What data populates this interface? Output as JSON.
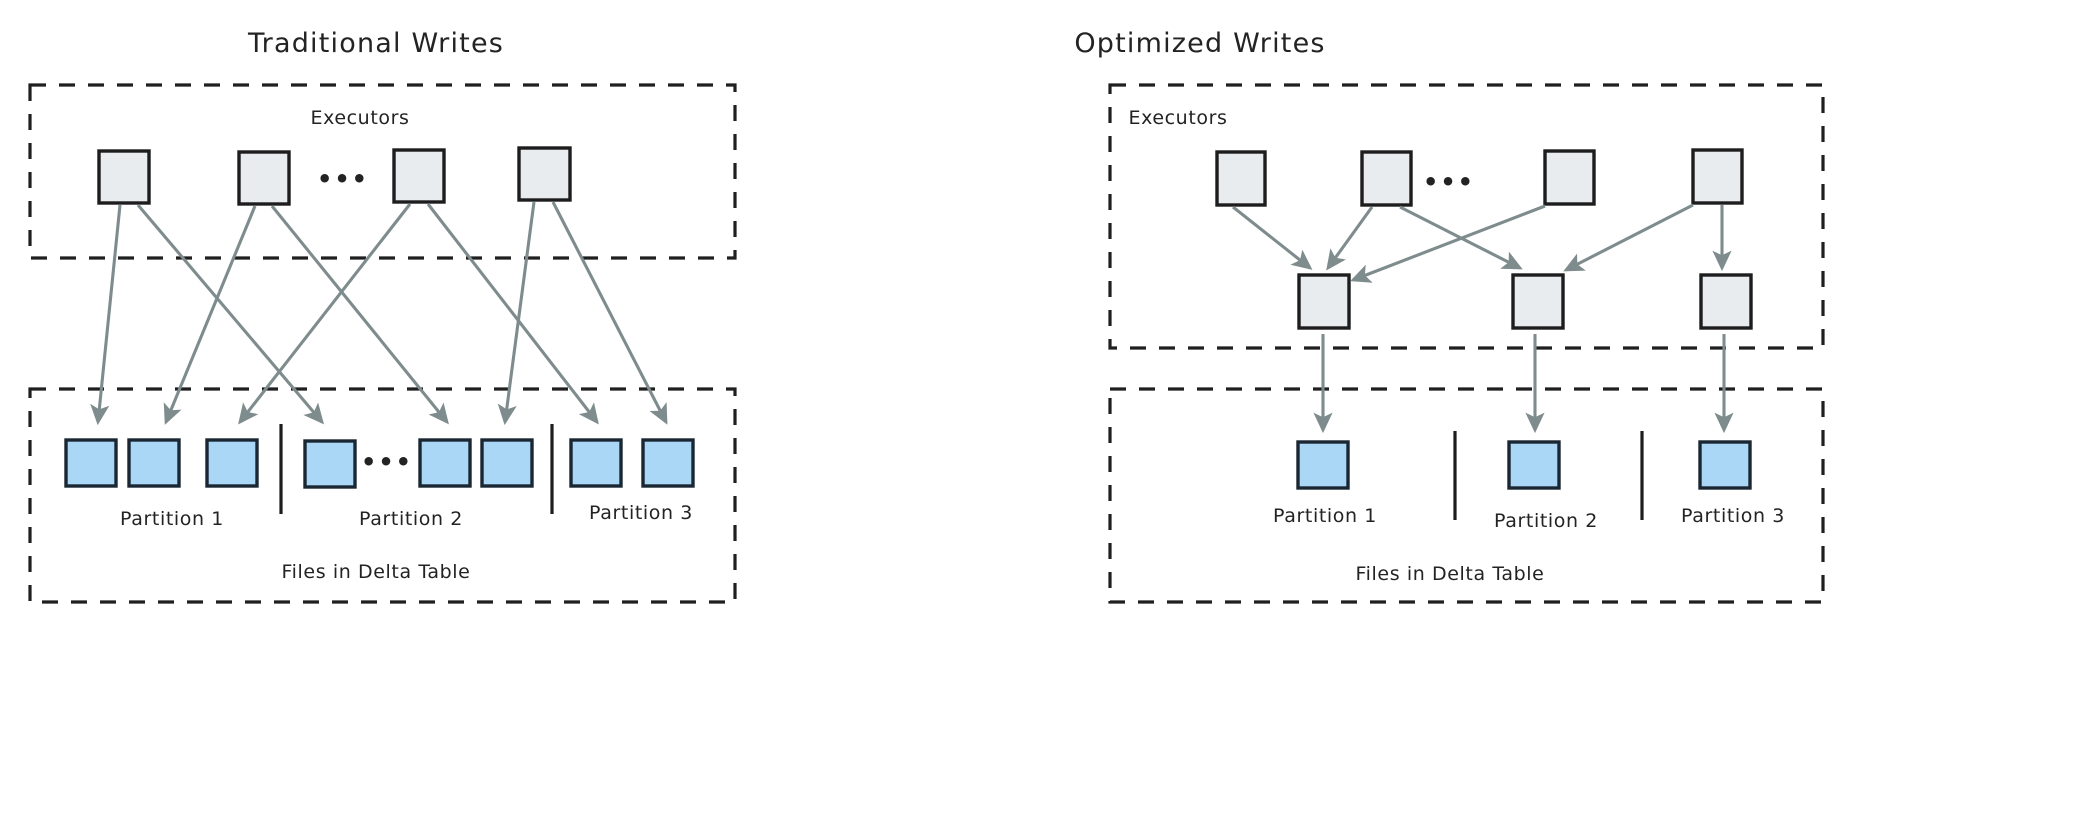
{
  "diagram": {
    "type": "flow-comparison",
    "background": "#ffffff",
    "colors": {
      "executor_fill": "#e8ecef",
      "executor_stroke": "#1d1d1d",
      "file_fill": "#a9d7f5",
      "file_stroke": "#1a2733",
      "arrow": "#7f8c8d",
      "dashed_border": "#1f1f1f",
      "text": "#232323"
    },
    "ellipsis_glyph": "•••"
  },
  "panels": [
    {
      "id": "traditional",
      "title": "Traditional Writes",
      "executors_group": {
        "label": "Executors",
        "node_count": 4,
        "ellipsis": "•••"
      },
      "files_group": {
        "label": "Files in Delta Table",
        "file_count": 8,
        "ellipsis": "•••",
        "partitions": [
          {
            "label": "Partition 1",
            "files": 3
          },
          {
            "label": "Partition 2",
            "files": 3
          },
          {
            "label": "Partition 3",
            "files": 2
          }
        ]
      }
    },
    {
      "id": "optimized",
      "title": "Optimized Writes",
      "executors_group": {
        "label": "Executors",
        "node_count": 4,
        "ellipsis": "•••",
        "shuffle_node_count": 3
      },
      "files_group": {
        "label": "Files in Delta Table",
        "file_count": 3,
        "partitions": [
          {
            "label": "Partition 1",
            "files": 1
          },
          {
            "label": "Partition 2",
            "files": 1
          },
          {
            "label": "Partition 3",
            "files": 1
          }
        ]
      }
    }
  ]
}
